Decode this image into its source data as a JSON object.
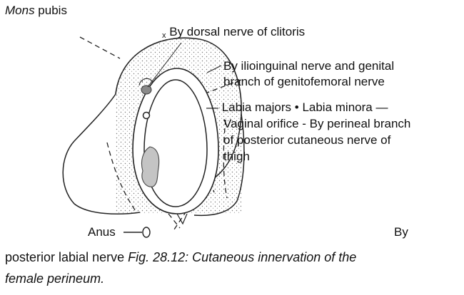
{
  "labels": {
    "mons_italic": "Mons",
    "mons_rest": " pubis",
    "x_mark": "x",
    "dorsal": "By dorsal nerve of clitoris",
    "ilio_line1": "By ilioinguinal nerve and genital",
    "ilio_line2": "branch of genitofemoral nerve",
    "labia_line1": "— Labia majors • Labia minora —",
    "labia_line2": "Vaginal orifice - By perineal branch",
    "labia_line3": "of posterior cutaneous nerve of",
    "labia_line4": "thigh",
    "anus": "Anus",
    "by": "By"
  },
  "caption": {
    "plain_start": "posterior labial nerve ",
    "italic_part": "Fig. 28.12: Cutaneous innervation of the",
    "italic_line2": "female perineum."
  }
}
